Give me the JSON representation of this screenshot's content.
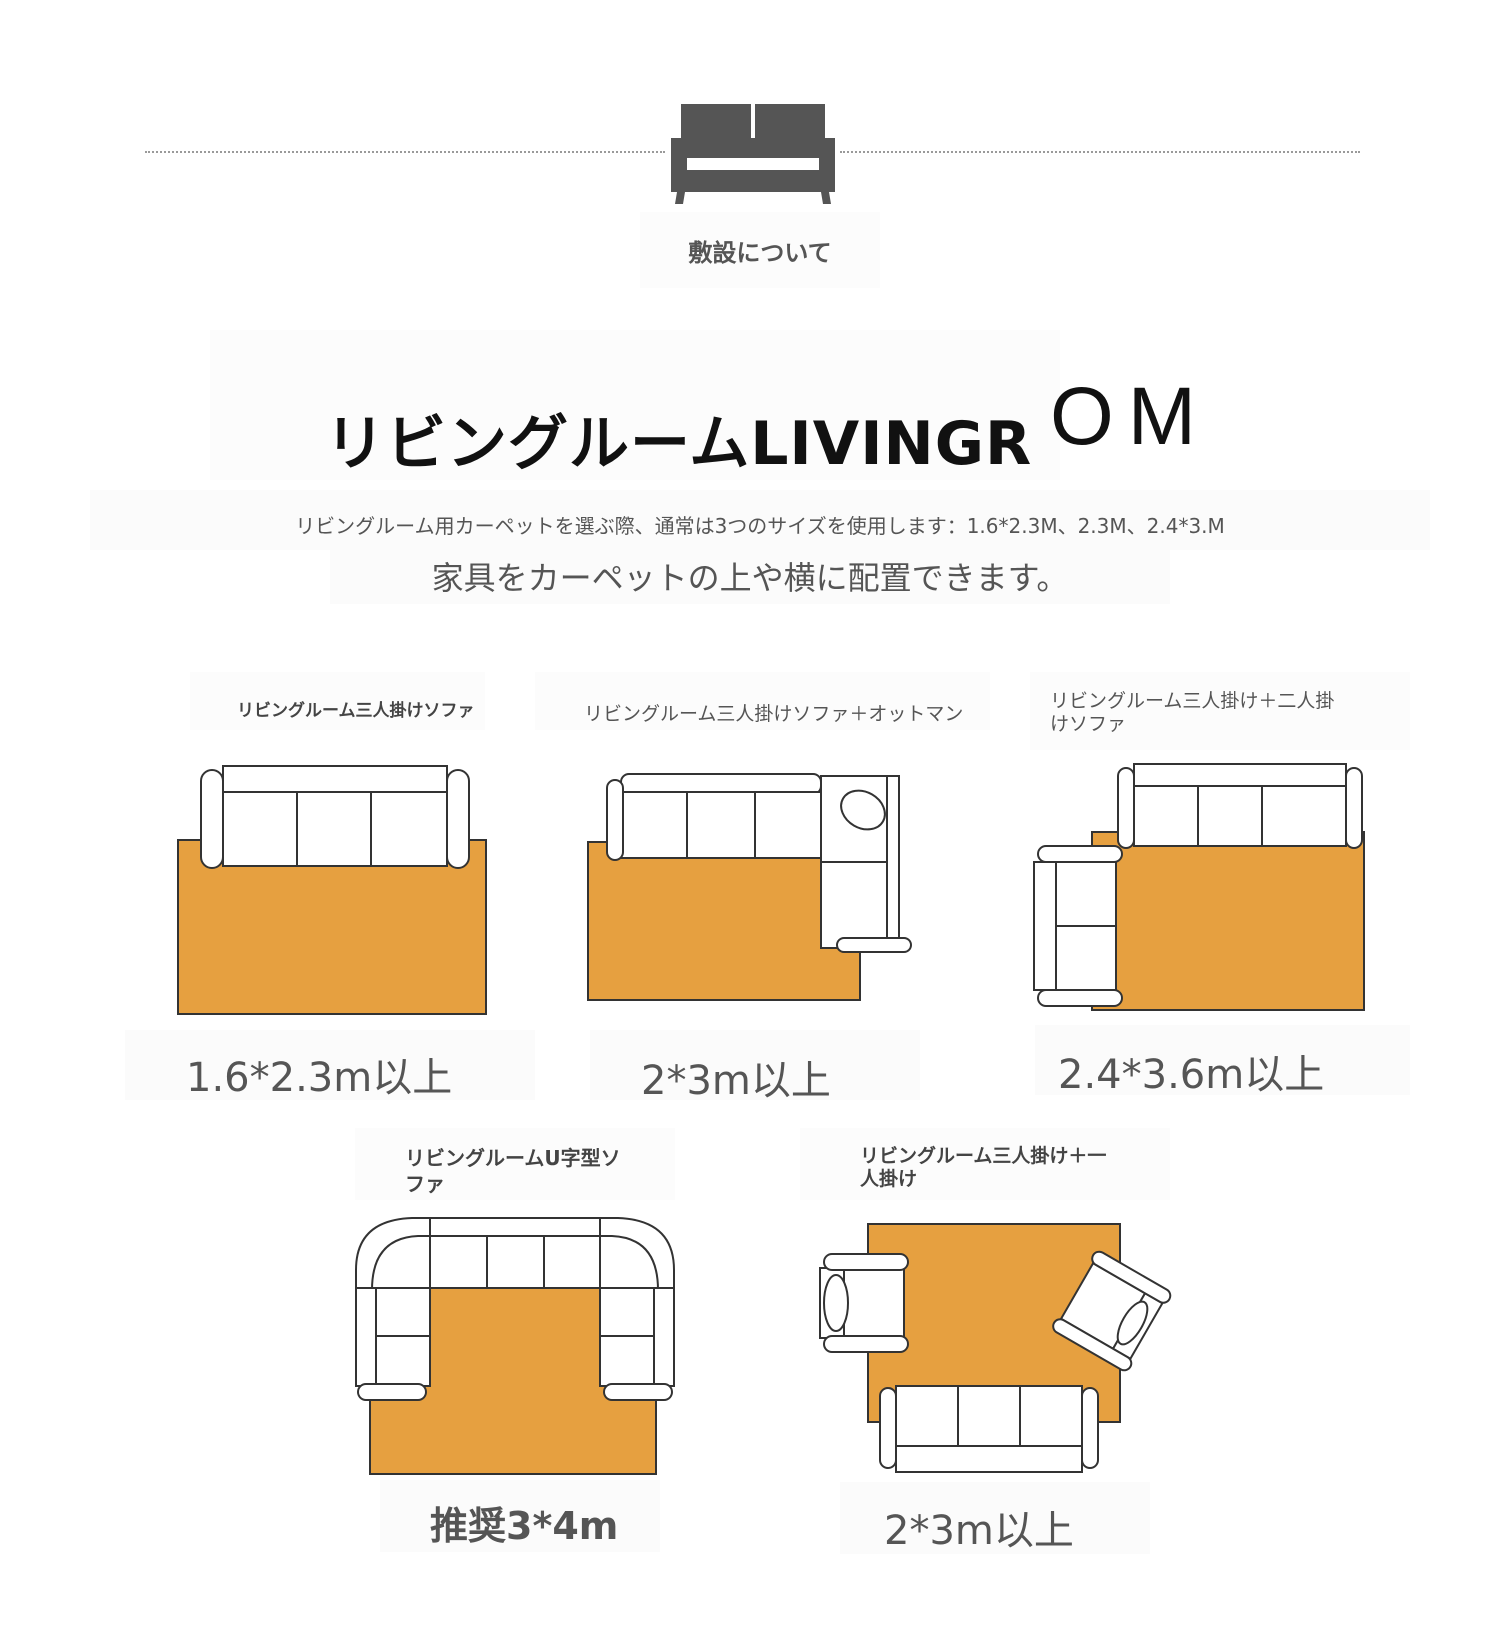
{
  "section": {
    "label": "敷設について"
  },
  "title": {
    "main": "リビングルームLIVINGR",
    "suffix": "OM"
  },
  "description": {
    "line1": "リビングルーム用カーペットを選ぶ際、通常は3つのサイズを使用します：1.6*2.3M、2.3M、2.4*3.M",
    "line2": "家具をカーペットの上や横に配置できます。"
  },
  "layouts": [
    {
      "label": "リビングルーム三人掛けソファ",
      "size": "1.6*2.3m以上"
    },
    {
      "label": "リビングルーム三人掛けソファ＋オットマン",
      "size": "2*3m以上"
    },
    {
      "label": "リビングルーム三人掛け＋二人掛けソファ",
      "size": "2.4*3.6m以上"
    },
    {
      "label": "リビングルームU字型ソファ",
      "size": "推奨3*4m"
    },
    {
      "label": "リビングルーム三人掛け＋一人掛け",
      "size": "2*3m以上"
    }
  ],
  "colors": {
    "rug": "#E6A040",
    "outline": "#333333",
    "sofa_icon": "#555555"
  }
}
